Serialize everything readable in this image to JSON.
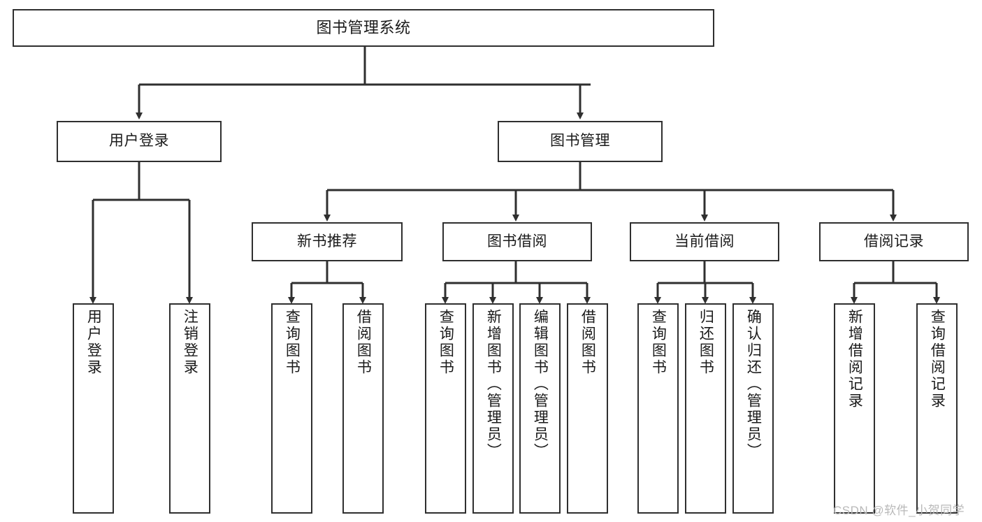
{
  "diagram": {
    "title": "图书管理系统",
    "watermark": "CSDN @软件_小贺同学",
    "line_color": "#2f2f2f",
    "text_color": "#1a1a1a",
    "background": "#ffffff",
    "root": {
      "label": "图书管理系统"
    },
    "level2": [
      {
        "label": "用户登录"
      },
      {
        "label": "图书管理"
      }
    ],
    "level3": [
      {
        "label": "新书推荐"
      },
      {
        "label": "图书借阅"
      },
      {
        "label": "当前借阅"
      },
      {
        "label": "借阅记录"
      }
    ],
    "leaves": [
      {
        "label": "用户登录"
      },
      {
        "label": "注销登录"
      },
      {
        "label": "查询图书"
      },
      {
        "label": "借阅图书"
      },
      {
        "label": "查询图书"
      },
      {
        "label": "新增图书（管理员）"
      },
      {
        "label": "编辑图书（管理员）"
      },
      {
        "label": "借阅图书"
      },
      {
        "label": "查询图书"
      },
      {
        "label": "归还图书"
      },
      {
        "label": "确认归还（管理员）"
      },
      {
        "label": "新增借阅记录"
      },
      {
        "label": "查询借阅记录"
      }
    ],
    "groups": {
      "user_login_children": [
        "用户登录",
        "注销登录"
      ],
      "new_book_children": [
        "查询图书",
        "借阅图书"
      ],
      "book_borrow_children": [
        "查询图书",
        "新增图书（管理员）",
        "编辑图书（管理员）",
        "借阅图书"
      ],
      "current_borrow_children": [
        "查询图书",
        "归还图书",
        "确认归还（管理员）"
      ],
      "borrow_record_children": [
        "新增借阅记录",
        "查询借阅记录"
      ]
    }
  }
}
